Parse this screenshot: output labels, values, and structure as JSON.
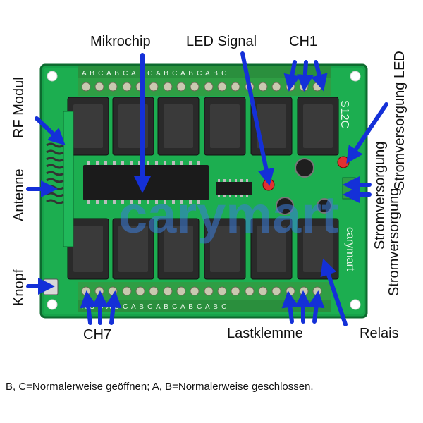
{
  "labels": {
    "mikrochip": "Mikrochip",
    "led_signal": "LED Signal",
    "ch1": "CH1",
    "rf_modul": "RF Modul",
    "antenne": "Antenne",
    "knopf": "Knopf",
    "ch7": "CH7",
    "lastklemme": "Lastklemme",
    "relais": "Relais",
    "stromversorgung_led": "Stromversorgung LED",
    "stromversorgung_1": "Stromversorgung",
    "stromversorgung_2": "Stromversorgung"
  },
  "board": {
    "model_text": "S12C",
    "brand_text": "carymart",
    "watermark": "carymart",
    "terminal_letters": "A B C A B C A B C A B C A B C A B C"
  },
  "caption": "B, C=Normalerweise geöffnen; A, B=Normalerweise geschlossen."
}
